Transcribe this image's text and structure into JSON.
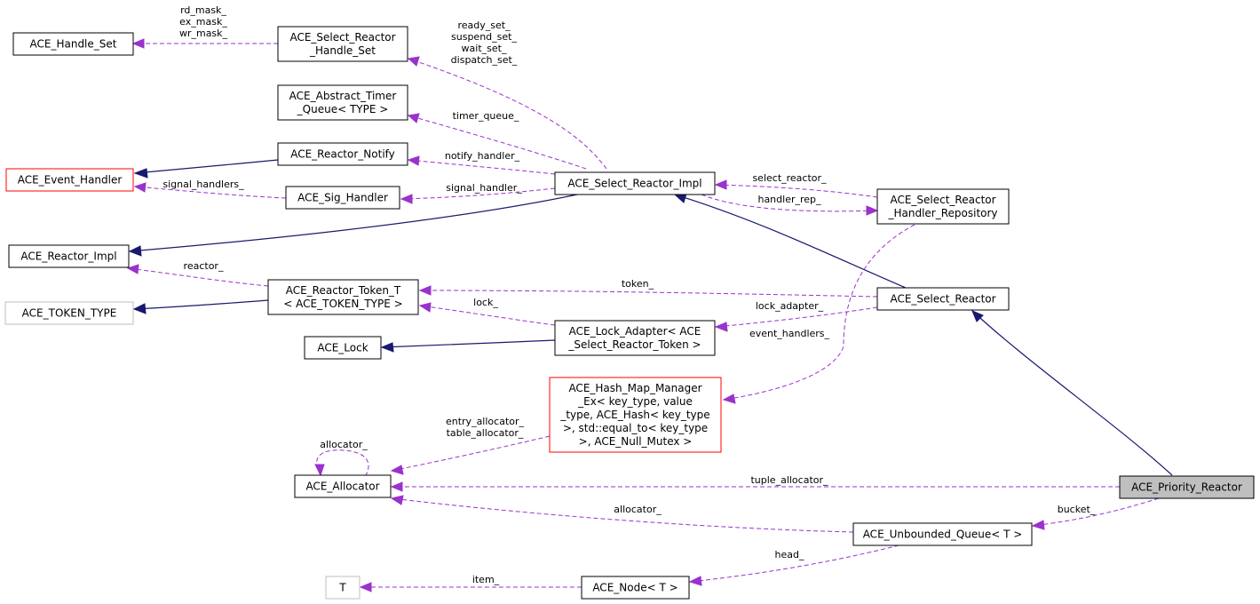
{
  "nodes": {
    "handle_set": {
      "lines": [
        "ACE_Handle_Set"
      ],
      "style": "normal"
    },
    "select_reactor_handle_set": {
      "lines": [
        "ACE_Select_Reactor",
        "_Handle_Set"
      ],
      "style": "normal"
    },
    "abstract_timer_queue": {
      "lines": [
        "ACE_Abstract_Timer",
        "_Queue< TYPE >"
      ],
      "style": "normal"
    },
    "reactor_notify": {
      "lines": [
        "ACE_Reactor_Notify"
      ],
      "style": "normal"
    },
    "event_handler": {
      "lines": [
        "ACE_Event_Handler"
      ],
      "style": "red"
    },
    "sig_handler": {
      "lines": [
        "ACE_Sig_Handler"
      ],
      "style": "normal"
    },
    "select_reactor_impl": {
      "lines": [
        "ACE_Select_Reactor_Impl"
      ],
      "style": "normal"
    },
    "handler_repository": {
      "lines": [
        "ACE_Select_Reactor",
        "_Handler_Repository"
      ],
      "style": "normal"
    },
    "reactor_impl": {
      "lines": [
        "ACE_Reactor_Impl"
      ],
      "style": "normal"
    },
    "reactor_token_t": {
      "lines": [
        "ACE_Reactor_Token_T",
        "< ACE_TOKEN_TYPE >"
      ],
      "style": "normal"
    },
    "token_type": {
      "lines": [
        "ACE_TOKEN_TYPE"
      ],
      "style": "gray"
    },
    "select_reactor": {
      "lines": [
        "ACE_Select_Reactor"
      ],
      "style": "normal"
    },
    "lock": {
      "lines": [
        "ACE_Lock"
      ],
      "style": "normal"
    },
    "lock_adapter": {
      "lines": [
        "ACE_Lock_Adapter< ACE",
        "_Select_Reactor_Token >"
      ],
      "style": "normal"
    },
    "hash_map_manager": {
      "lines": [
        "ACE_Hash_Map_Manager",
        "_Ex< key_type, value",
        "_type, ACE_Hash< key_type",
        ">, std::equal_to< key_type",
        ">, ACE_Null_Mutex >"
      ],
      "style": "red"
    },
    "allocator": {
      "lines": [
        "ACE_Allocator"
      ],
      "style": "normal"
    },
    "priority_reactor": {
      "lines": [
        "ACE_Priority_Reactor"
      ],
      "style": "focus"
    },
    "unbounded_queue": {
      "lines": [
        "ACE_Unbounded_Queue< T >"
      ],
      "style": "normal"
    },
    "t": {
      "lines": [
        "T"
      ],
      "style": "gray"
    },
    "node_t": {
      "lines": [
        "ACE_Node< T >"
      ],
      "style": "normal"
    }
  },
  "edges": {
    "e_masks": {
      "kind": "use",
      "label": [
        "rd_mask_",
        "ex_mask_",
        "wr_mask_"
      ]
    },
    "e_sets": {
      "kind": "use",
      "label": [
        "ready_set_",
        "suspend_set_",
        "wait_set_",
        "dispatch_set_"
      ]
    },
    "e_timer_queue": {
      "kind": "use",
      "label": [
        "timer_queue_"
      ]
    },
    "e_notify_handler": {
      "kind": "use",
      "label": [
        "notify_handler_"
      ]
    },
    "e_notify_inh": {
      "kind": "inh",
      "label": []
    },
    "e_signal_handlers": {
      "kind": "use",
      "label": [
        "signal_handlers_"
      ]
    },
    "e_signal_handler": {
      "kind": "use",
      "label": [
        "signal_handler_"
      ]
    },
    "e_select_reactor_ref": {
      "kind": "use",
      "label": [
        "select_reactor_"
      ]
    },
    "e_handler_rep": {
      "kind": "use",
      "label": [
        "handler_rep_"
      ]
    },
    "e_impl_inh": {
      "kind": "inh",
      "label": []
    },
    "e_select_inh": {
      "kind": "inh",
      "label": []
    },
    "e_reactor": {
      "kind": "use",
      "label": [
        "reactor_"
      ]
    },
    "e_token": {
      "kind": "use",
      "label": [
        "token_"
      ]
    },
    "e_token_type_inh": {
      "kind": "inh",
      "label": []
    },
    "e_lock": {
      "kind": "use",
      "label": [
        "lock_"
      ]
    },
    "e_lock_adapter": {
      "kind": "use",
      "label": [
        "lock_adapter_"
      ]
    },
    "e_lock_inh": {
      "kind": "inh",
      "label": []
    },
    "e_event_handlers": {
      "kind": "use",
      "label": [
        "event_handlers_"
      ]
    },
    "e_priority_inh": {
      "kind": "inh",
      "label": []
    },
    "e_allocators": {
      "kind": "use",
      "label": [
        "entry_allocator_",
        "table_allocator_"
      ]
    },
    "e_self_allocator": {
      "kind": "use",
      "label": [
        "allocator_"
      ]
    },
    "e_tuple_allocator": {
      "kind": "use",
      "label": [
        "tuple_allocator_"
      ]
    },
    "e_queue_allocator": {
      "kind": "use",
      "label": [
        "allocator_"
      ]
    },
    "e_bucket": {
      "kind": "use",
      "label": [
        "bucket_"
      ]
    },
    "e_head": {
      "kind": "use",
      "label": [
        "head_"
      ]
    },
    "e_item": {
      "kind": "use",
      "label": [
        "item_"
      ]
    }
  }
}
